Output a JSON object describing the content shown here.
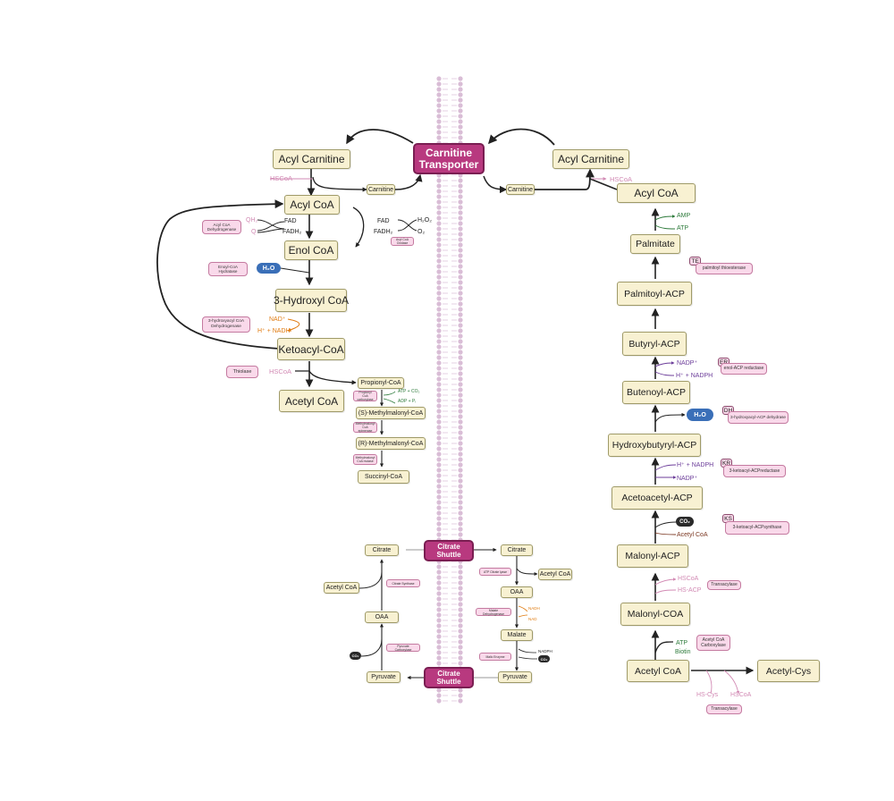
{
  "transporter": "Carnitine Transporter",
  "shuttle_top": "Citrate Shuttle",
  "shuttle_bottom": "Citrate Shuttle",
  "beta": {
    "acyl_carnitine": "Acyl Carnitine",
    "hscoa": "HSCoA",
    "carnitine": "Carnitine",
    "acyl_coa": "Acyl CoA",
    "enol_coa": "Enol CoA",
    "hydroxyl": "3-Hydroxyl CoA",
    "ketoacyl": "Ketoacyl-CoA",
    "acetyl_coa": "Acetyl CoA",
    "acd": "Acyl CoA Dehydrogenase",
    "eh": "Enoyl-CoA Hydratase",
    "hd": "3-hydroxyacyl CoA Dehydrogenase",
    "thiolase": "Thiolase",
    "aco": "Acyl CoA Oxidase",
    "qh2": "QH₂",
    "q": "Q",
    "fad": "FAD",
    "fadh2": "FADH₂",
    "fad_r": "FAD",
    "fadh2_r": "FADH₂",
    "h2o2": "H₂O₂",
    "o2": "O₂",
    "h2o": "H₂O",
    "nad": "NAD⁺",
    "nadh": "H⁺ + NADH",
    "hscoa2": "HSCoA"
  },
  "prop": {
    "propionyl": "Propionyl-CoA",
    "s_mm": "(S)-Methylmalonyl-CoA",
    "r_mm": "(R)-Methylmalonyl-CoA",
    "succinyl": "Succinyl-CoA",
    "pcc": "Propionyl CoA carboxylase",
    "mme": "Methylmalonyl CoA epimerase",
    "mmm": "Methylmalonyl CoA mutase",
    "atp_co2": "ATP + CO₂",
    "adp_pi": "ADP + Pᵢ"
  },
  "cyto": {
    "citrate_l": "Citrate",
    "acetyl_l": "Acetyl CoA",
    "oaa_l": "OAA",
    "co2_l": "CO₂",
    "pyruvate_l": "Pyruvate",
    "citrate_synthase": "Citrate Synthase",
    "pyr_carb": "Pyruvate Carboxylase",
    "citrate_r": "Citrate",
    "atp_citrate_lyase": "ATP Citrate lyase",
    "acetyl_r": "Acetyl CoA",
    "oaa_r": "OAA",
    "malate_dh": "Malate Dehydrogenase",
    "nadh_r": "NADH",
    "nad_r": "NAD",
    "malate": "Malate",
    "malic": "Malic Enzyme",
    "nadph_r": "NADPH",
    "co2_r": "CO₂",
    "pyruvate_r": "Pyruvate"
  },
  "synth": {
    "acyl_carnitine": "Acyl Carnitine",
    "hscoa": "HSCoA",
    "carnitine": "Carnitine",
    "acyl_coa": "Acyl CoA",
    "amp": "AMP",
    "atp": "ATP",
    "palmitate": "Palmitate",
    "te": "TE",
    "te_name": "palmitoyl thioesterase",
    "palmitoyl_acp": "Palmitoyl-ACP",
    "butyryl_acp": "Butyryl-ACP",
    "er": "ER",
    "er_name": "enol-ACP reductase",
    "nadp1": "NADP⁺",
    "nadph1": "H⁺ + NADPH",
    "butenoyl_acp": "Butenoyl-ACP",
    "h2o": "H₂O",
    "dh": "DH",
    "dh_name": "3-hydroxyacyl-ACP dehydrase",
    "hydroxybutyryl_acp": "Hydroxybutyryl-ACP",
    "nadph2": "H⁺ + NADPH",
    "nadp2": "NADP⁺",
    "kr": "KR",
    "kr_name": "3-ketoacyl-ACPreductase",
    "acetoacetyl_acp": "Acetoacetyl-ACP",
    "co2": "CO₂",
    "acetyl_coa_s": "Acetyl CoA",
    "ks": "KS",
    "ks_name": "3-ketoacyl-ACPsynthase",
    "malonyl_acp": "Malonyl-ACP",
    "hscoa2": "HSCoA",
    "hsacp": "HS-ACP",
    "transacylase": "Transacylase",
    "malonyl_coa": "Malonyl-COA",
    "atp2": "ATP",
    "biotin": "Biotin",
    "acc": "Acetyl CoA Carboxylase",
    "acetyl_coa_b": "Acetyl CoA",
    "acetyl_cys": "Acetyl-Cys",
    "hscys": "HS-Cys",
    "hscoa3": "HSCoA",
    "transacylase2": "Transacylase"
  },
  "colors": {
    "box_fill": "#f8f1d2",
    "box_border": "#9f9a68",
    "enzyme_fill": "#f9d9ea",
    "transporter": "#b8397f",
    "membrane": "#d8b8d2",
    "water_pill": "#3a6fb8",
    "co2_pill": "#2a2a2a",
    "pink_text": "#d28ab4",
    "green_text": "#2c7a3a",
    "purple_text": "#6c3d9a",
    "orange_text": "#e07b10"
  }
}
